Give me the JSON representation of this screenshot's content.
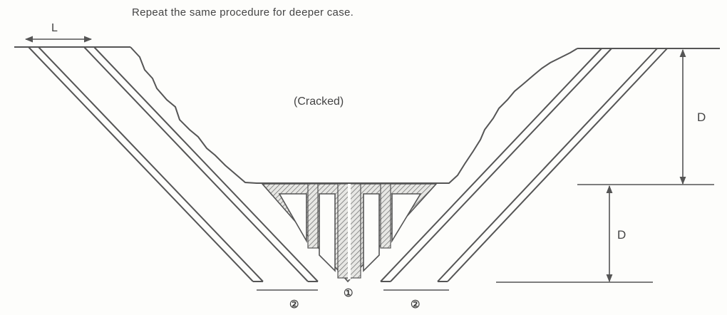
{
  "caption": "Repeat the same procedure for deeper case.",
  "labels": {
    "width": "L",
    "cracked_zone": "(Cracked)",
    "depth_upper": "D",
    "depth_lower": "D",
    "center_mark": "①",
    "left_mark": "②",
    "right_mark": "②"
  },
  "colors": {
    "line": "#555555",
    "hatch": "#777777",
    "background": "#fdfdfb"
  }
}
